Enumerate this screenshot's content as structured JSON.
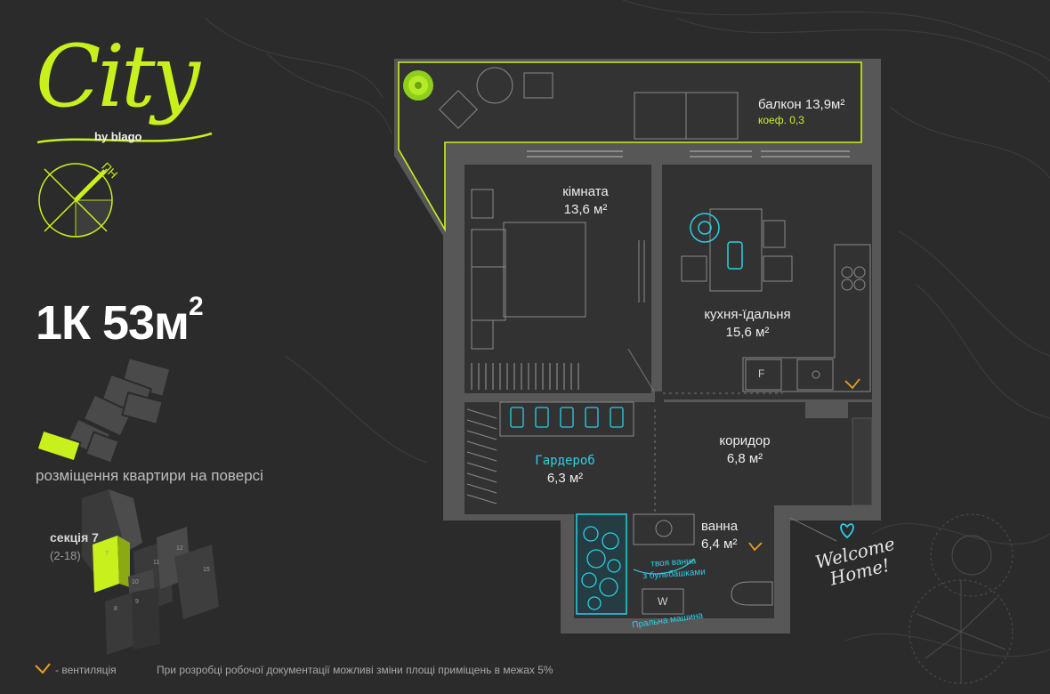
{
  "brand": {
    "logo": "City",
    "by": "by blago"
  },
  "compass": {
    "label": "ПН"
  },
  "apartment": {
    "title": "1К 53м",
    "sup": "2"
  },
  "floor_caption": "розміщення квартири на поверсі",
  "section": {
    "name": "секція 7",
    "floors": "(2-18)",
    "labels": [
      "7",
      "11",
      "12",
      "15",
      "10",
      "9",
      "8"
    ]
  },
  "rooms": {
    "balcony": {
      "name": "балкон 13,9м²",
      "koef": "коеф. 0,3"
    },
    "room": {
      "name": "кімната",
      "area": "13,6 м²"
    },
    "kitchen": {
      "name": "кухня-їдальня",
      "area": "15,6 м²"
    },
    "wardrobe": {
      "name": "Гардероб",
      "area": "6,3 м²"
    },
    "corridor": {
      "name": "коридор",
      "area": "6,8 м²"
    },
    "bath": {
      "name": "ванна",
      "area": "6,4 м²"
    }
  },
  "annotations": {
    "bath_note_1": "твоя ванна",
    "bath_note_2": "з бульбашками",
    "washer": "Пральна машина",
    "washer_letter": "W",
    "fridge_letter": "F",
    "welcome_1": "Welcome",
    "welcome_2": "Home!"
  },
  "legend": {
    "vent": "- вентиляція"
  },
  "note": "При розробці робочої документації можливі зміни площі приміщень в межах 5%",
  "colors": {
    "accent": "#c8f01c",
    "cyan": "#2ad0e6",
    "background": "#2b2b2c",
    "wall": "#575758",
    "floor": "#323233"
  }
}
